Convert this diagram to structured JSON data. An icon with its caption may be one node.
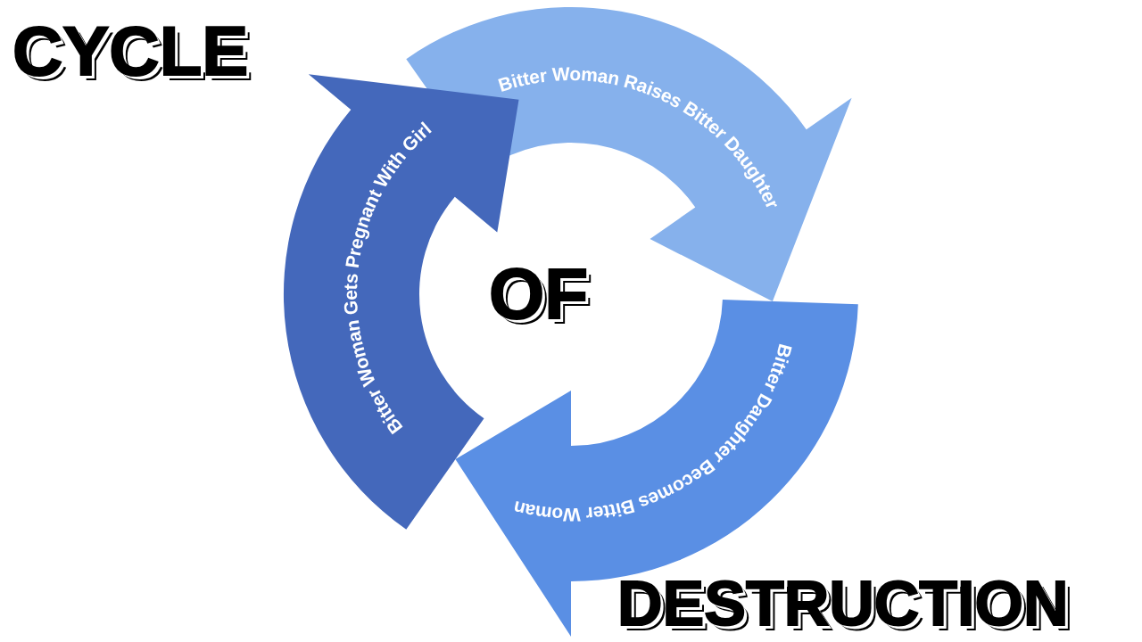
{
  "diagram": {
    "nodes": [
      {
        "text": [
          "Bitter Woman Raises Bitter Daughter"
        ]
      },
      {
        "text": [
          "Bitter Daughter Becomes Bitter Woman"
        ]
      },
      {
        "text": [
          "Bitter Woman Gets Pregnant With Girl"
        ]
      }
    ],
    "labels": [
      "CYCLE",
      "OF",
      "DESTRUCTION"
    ]
  }
}
